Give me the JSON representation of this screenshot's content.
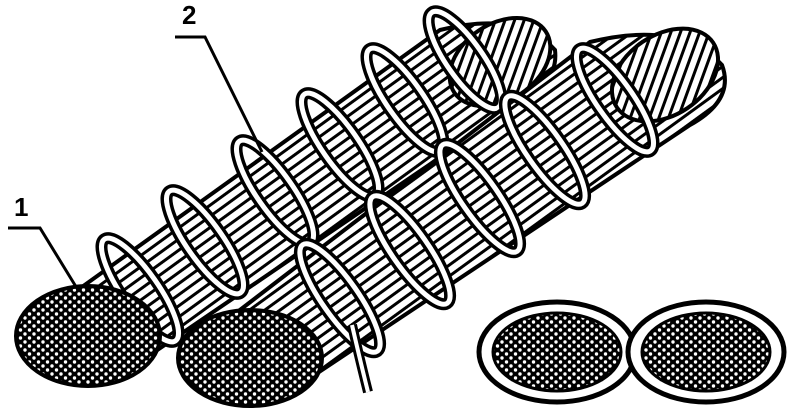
{
  "figure": {
    "callouts": [
      {
        "id": "1",
        "text": "1"
      },
      {
        "id": "2",
        "text": "2"
      }
    ],
    "colors": {
      "ink": "#000000",
      "paper": "#ffffff"
    }
  }
}
